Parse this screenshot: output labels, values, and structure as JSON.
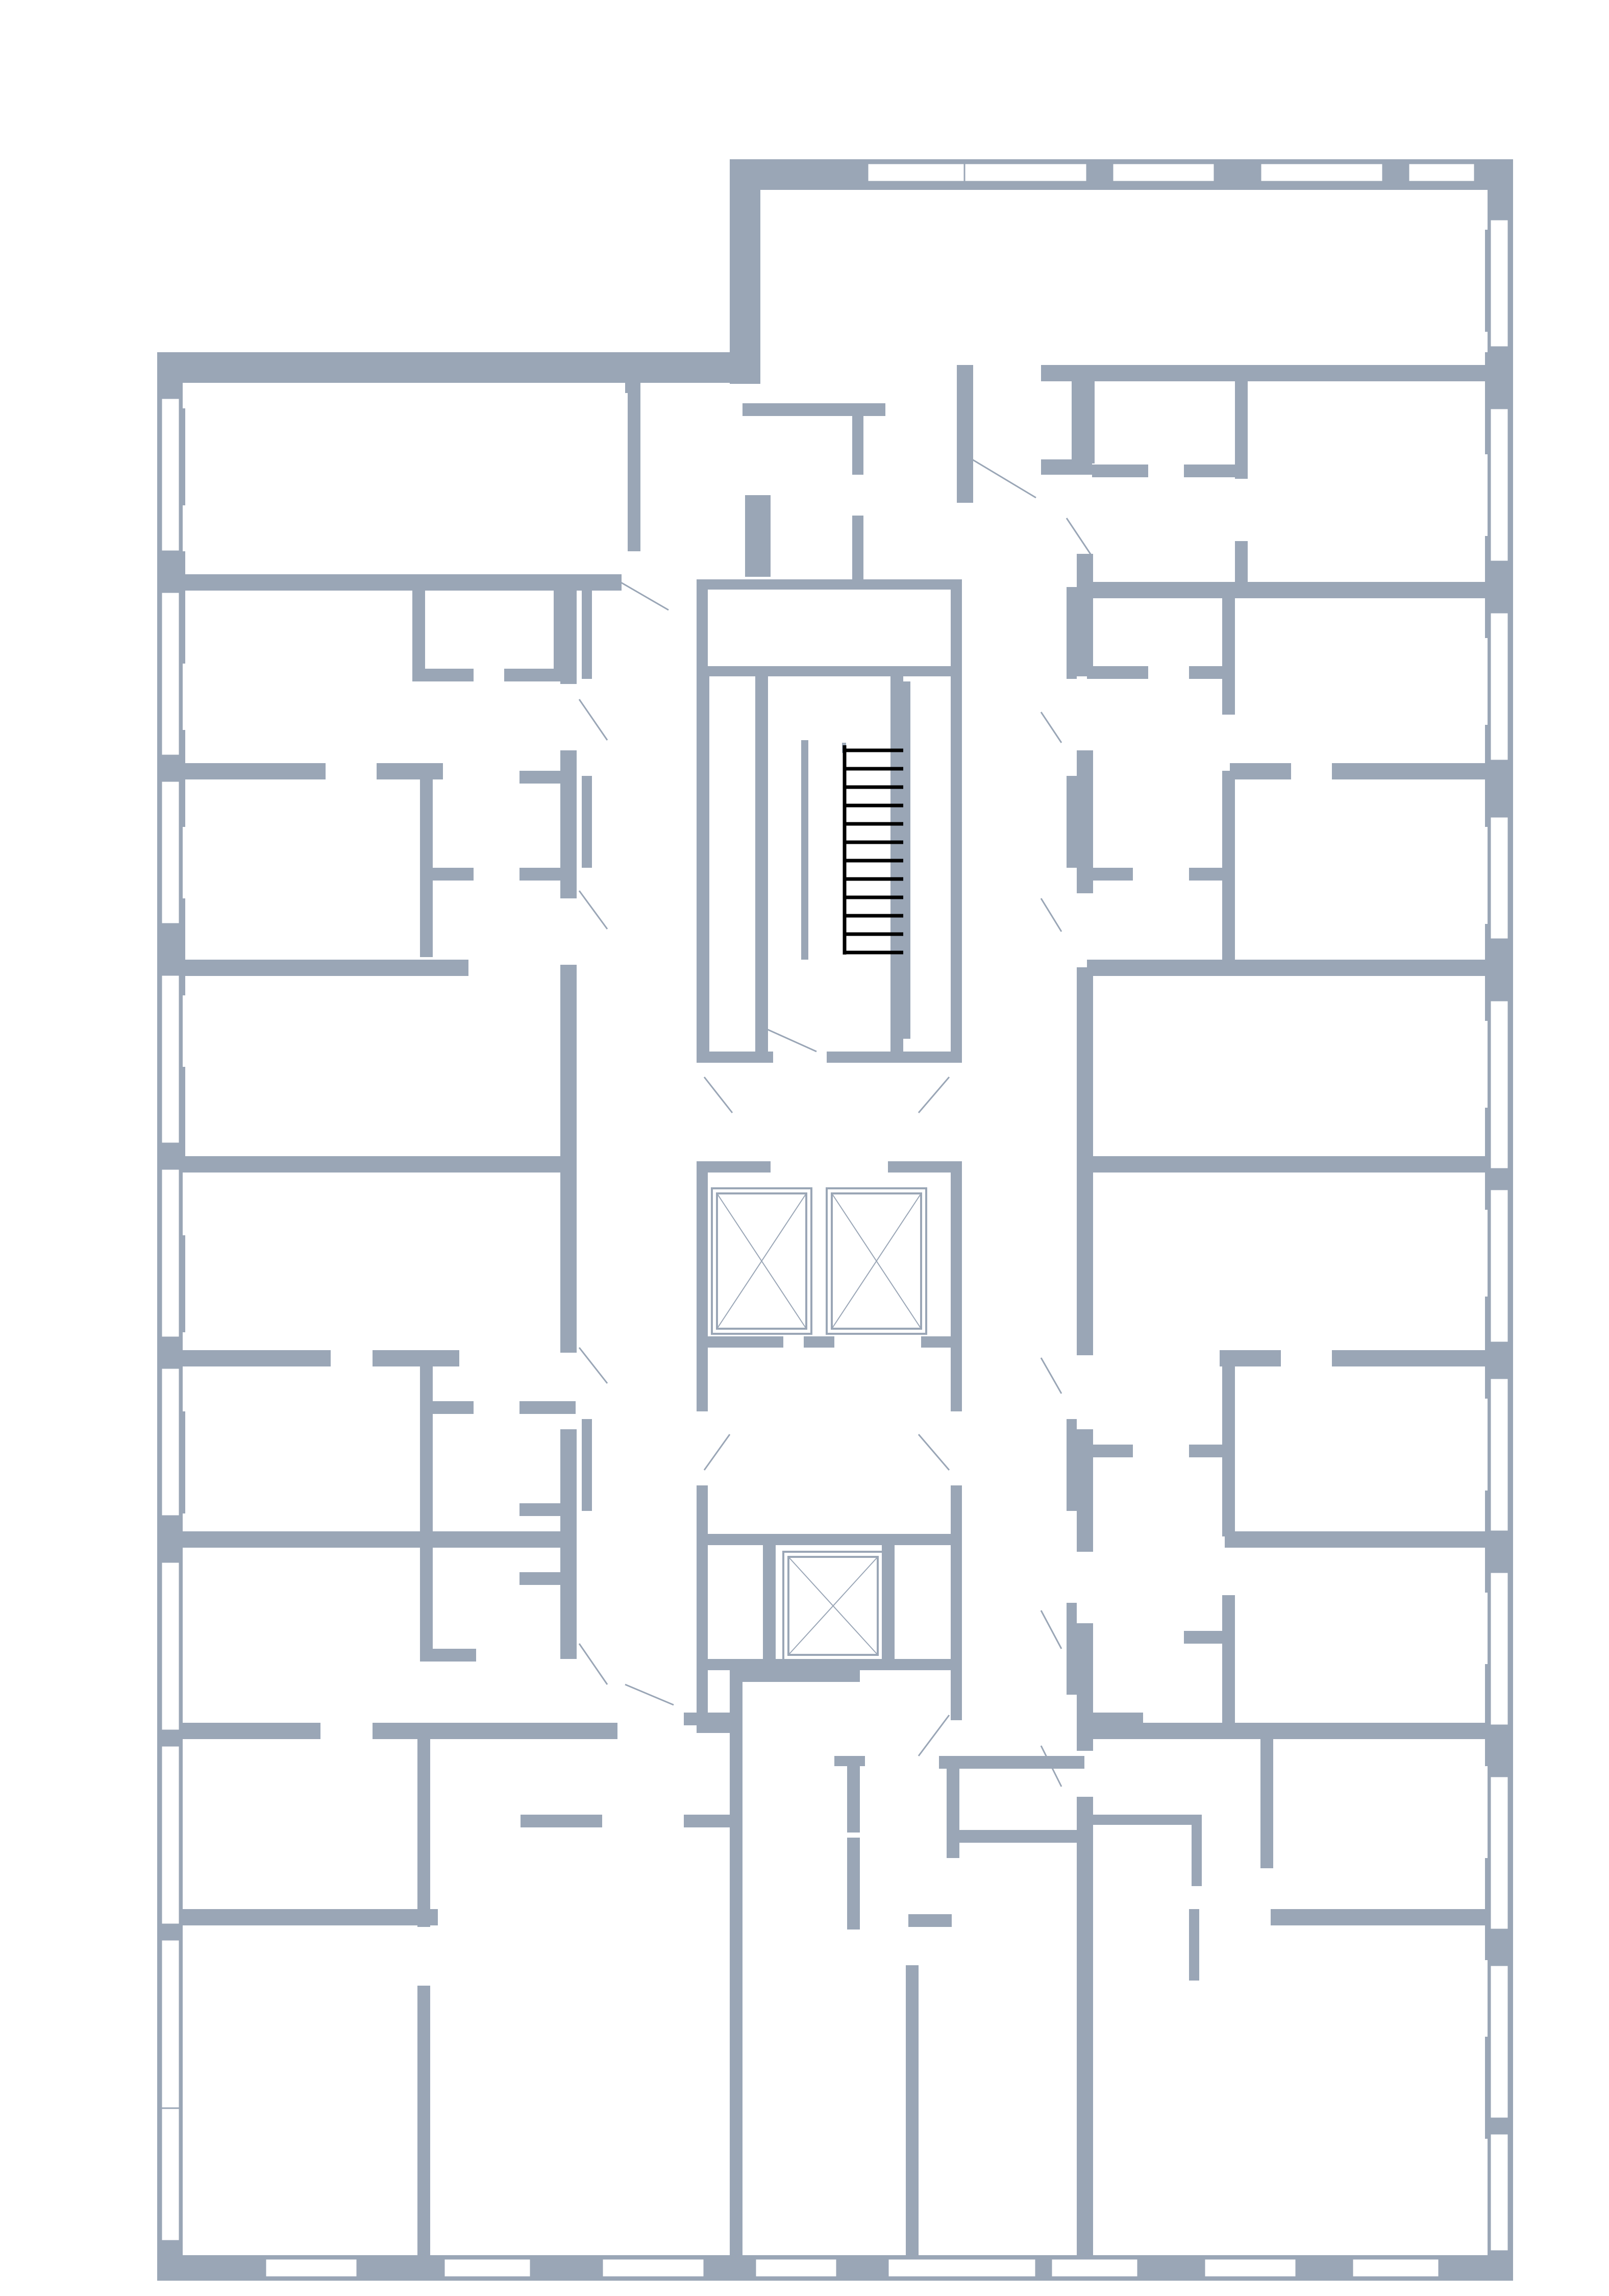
{
  "plan": {
    "wall_color": "#9AA6B6",
    "window_color": "#9AA6B6",
    "stair_color": "#000000",
    "background": "#FFFFFF",
    "elements": [
      "outer-walls",
      "corridor-walls",
      "apartment-partitions",
      "bathrooms",
      "windows",
      "door-swings",
      "stair-core",
      "elevator-shafts"
    ]
  }
}
